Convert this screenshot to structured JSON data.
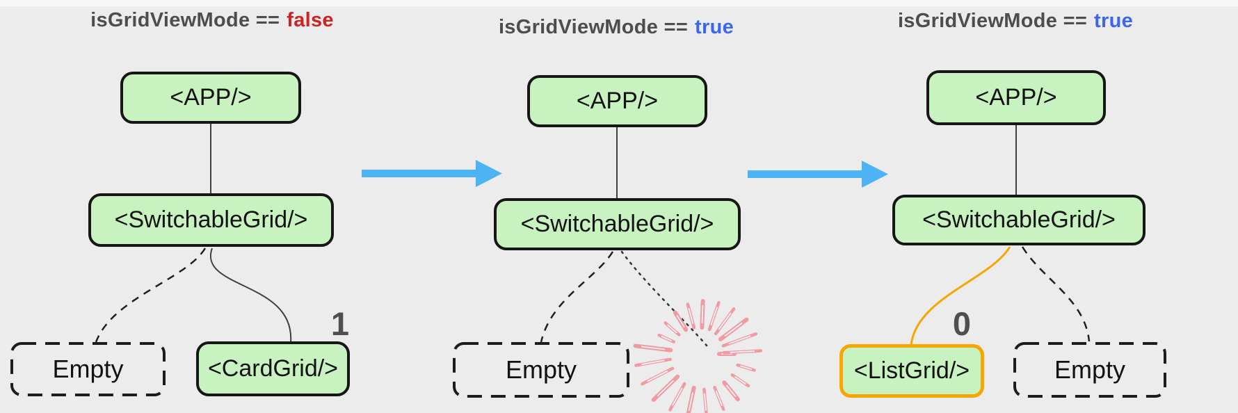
{
  "diagram": {
    "background": "#ececec",
    "colors": {
      "node_fill": "#c9f2c1",
      "node_border": "#161616",
      "highlight_border": "#f7a600",
      "arrow_blue": "#4db3f2",
      "title_text": "#4d4d4d",
      "false_value": "#cf2323",
      "true_value": "#3b66ee",
      "badge_text": "#4f4f4f",
      "firework_pink": "#f09ba4",
      "edge_dark": "#3f3f3f"
    },
    "panels": [
      {
        "title_label": "isGridViewMode ==",
        "title_value": "false",
        "root": "<APP/>",
        "container": "<SwitchableGrid/>",
        "children": [
          {
            "label": "Empty"
          },
          {
            "label": "<CardGrid/>",
            "badge": "1"
          }
        ]
      },
      {
        "title_label": "isGridViewMode ==",
        "title_value": "true",
        "root": "<APP/>",
        "container": "<SwitchableGrid/>",
        "children": [
          {
            "label": "Empty"
          },
          {
            "label": "",
            "destroyed": "firework-explosion"
          }
        ]
      },
      {
        "title_label": "isGridViewMode ==",
        "title_value": "true",
        "root": "<APP/>",
        "container": "<SwitchableGrid/>",
        "children": [
          {
            "label": "<ListGrid/>",
            "badge": "0"
          },
          {
            "label": "Empty"
          }
        ]
      }
    ]
  }
}
